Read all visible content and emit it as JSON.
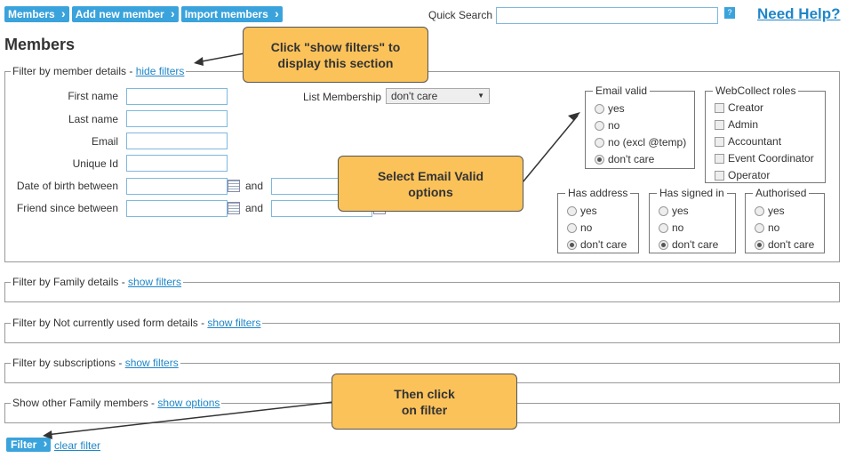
{
  "toolbar": {
    "members": "Members",
    "add": "Add new member",
    "import": "Import members"
  },
  "quick_search": {
    "label": "Quick Search",
    "help": "?",
    "need_help": "Need Help?"
  },
  "title": "Members",
  "details": {
    "legend": "Filter by member details - ",
    "link": "hide filters",
    "fields": [
      "First name",
      "Last name",
      "Email",
      "Unique Id",
      "Date of birth between",
      "Friend since between"
    ],
    "and": "and",
    "list_label": "List Membership",
    "list_value": "don't care"
  },
  "email_valid": {
    "title": "Email valid",
    "options": [
      "yes",
      "no",
      "no (excl @temp)",
      "don't care"
    ]
  },
  "roles": {
    "title": "WebCollect roles",
    "options": [
      "Creator",
      "Admin",
      "Accountant",
      "Event Coordinator",
      "Operator"
    ]
  },
  "has_address": {
    "title": "Has address",
    "options": [
      "yes",
      "no",
      "don't care"
    ]
  },
  "signed_in": {
    "title": "Has signed in",
    "options": [
      "yes",
      "no",
      "don't care"
    ]
  },
  "authorised": {
    "title": "Authorised",
    "options": [
      "yes",
      "no",
      "don't care"
    ]
  },
  "sections": [
    {
      "label": "Filter by Family details - ",
      "link": "show filters"
    },
    {
      "label": "Filter by Not currently used form details - ",
      "link": "show filters"
    },
    {
      "label": "Filter by subscriptions - ",
      "link": "show filters"
    },
    {
      "label": "Show other Family members - ",
      "link": "show options"
    }
  ],
  "callouts": {
    "c1": "Click \"show filters\" to display this section",
    "c2": "Select Email Valid options",
    "c3": "Then click on filter"
  },
  "filter": {
    "button": "Filter",
    "clear": "clear filter"
  }
}
